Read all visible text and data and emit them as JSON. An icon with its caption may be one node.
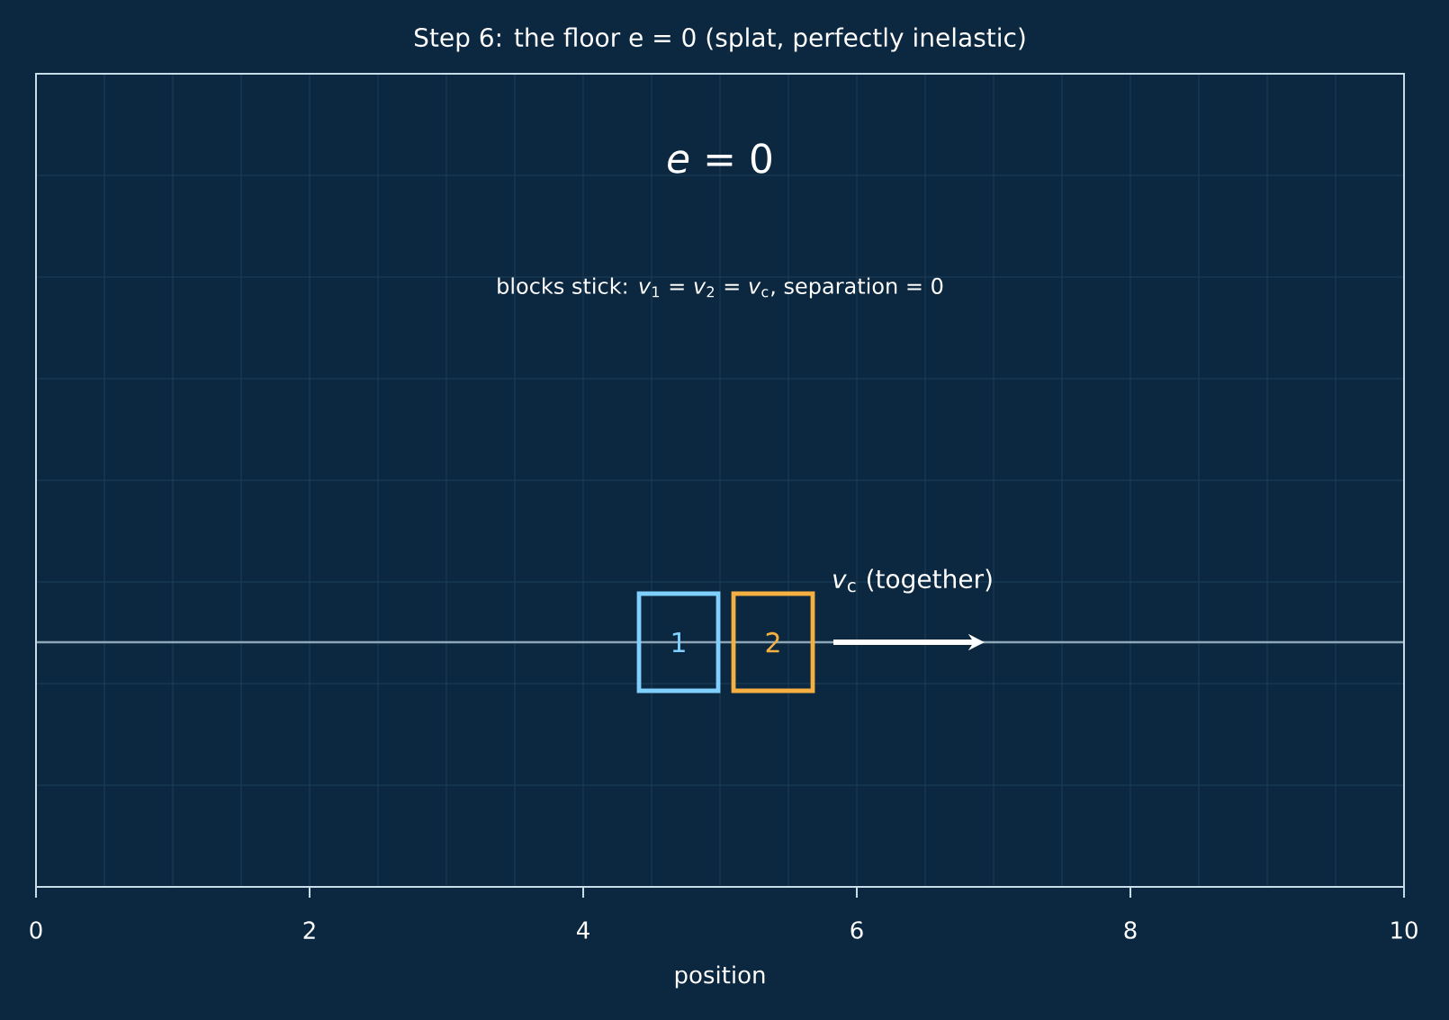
{
  "diagram": {
    "title": "Step 6: the floor e = 0 (splat, perfectly inelastic)",
    "nodes": [
      {
        "text": [
          "1"
        ]
      },
      {
        "text": [
          "2"
        ]
      }
    ],
    "labels": [
      "*e* = 0",
      "blocks stick: *v*$_{1}$ = *v*$_{2}$ = *v*$_{c}$, separation  = 0",
      "*v*$_{c}$ (together)",
      "0",
      "2",
      "4",
      "6",
      "8",
      "10",
      "position"
    ]
  }
}
